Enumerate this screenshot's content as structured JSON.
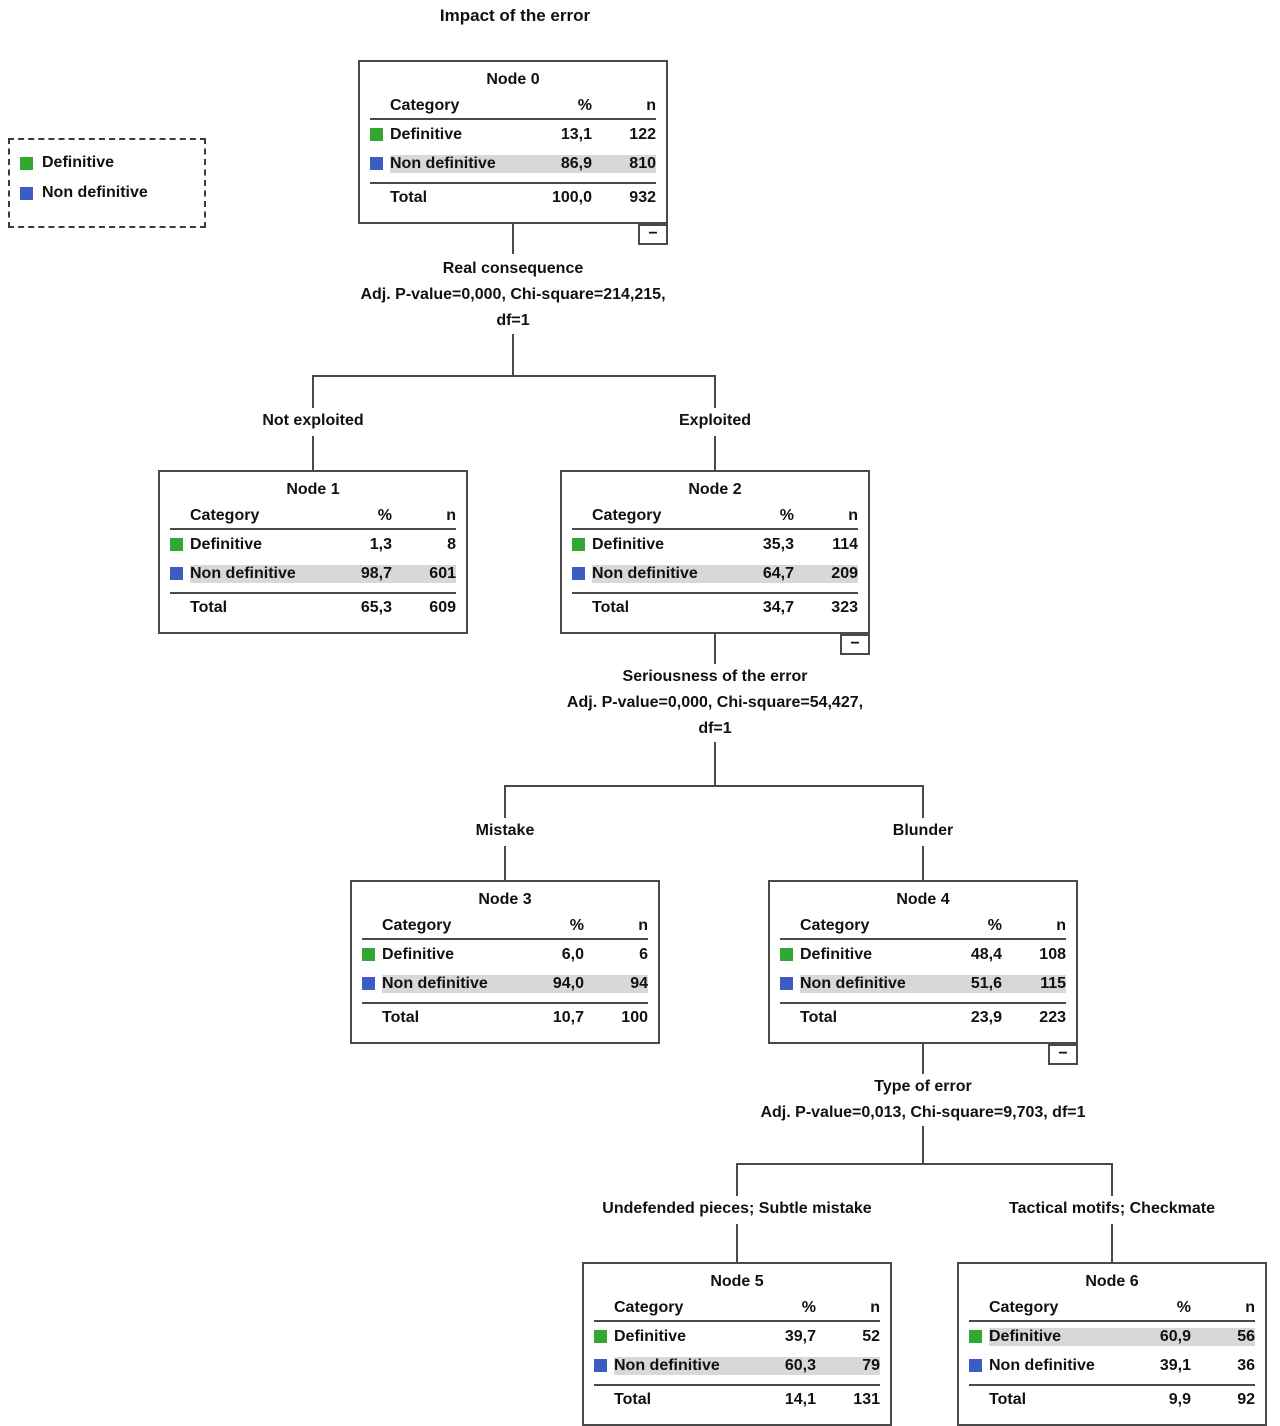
{
  "title": "Impact of the error",
  "minus_glyph": "−",
  "colors": {
    "definitive": "#32a832",
    "non_definitive": "#3b5cc4",
    "highlight": "#d8d8d8"
  },
  "legend": {
    "items": [
      {
        "label": "Definitive"
      },
      {
        "label": "Non definitive"
      }
    ]
  },
  "table_header": {
    "category": "Category",
    "pct": "%",
    "n": "n"
  },
  "nodes": [
    {
      "title": "Node 0",
      "rows": [
        {
          "label": "Definitive",
          "pct": "13,1",
          "n": "122",
          "highlight": false
        },
        {
          "label": "Non definitive",
          "pct": "86,9",
          "n": "810",
          "highlight": true
        }
      ],
      "total": {
        "label": "Total",
        "pct": "100,0",
        "n": "932"
      },
      "collapsible": true
    },
    {
      "title": "Node 1",
      "rows": [
        {
          "label": "Definitive",
          "pct": "1,3",
          "n": "8",
          "highlight": false
        },
        {
          "label": "Non definitive",
          "pct": "98,7",
          "n": "601",
          "highlight": true
        }
      ],
      "total": {
        "label": "Total",
        "pct": "65,3",
        "n": "609"
      },
      "collapsible": false
    },
    {
      "title": "Node 2",
      "rows": [
        {
          "label": "Definitive",
          "pct": "35,3",
          "n": "114",
          "highlight": false
        },
        {
          "label": "Non definitive",
          "pct": "64,7",
          "n": "209",
          "highlight": true
        }
      ],
      "total": {
        "label": "Total",
        "pct": "34,7",
        "n": "323"
      },
      "collapsible": true
    },
    {
      "title": "Node 3",
      "rows": [
        {
          "label": "Definitive",
          "pct": "6,0",
          "n": "6",
          "highlight": false
        },
        {
          "label": "Non definitive",
          "pct": "94,0",
          "n": "94",
          "highlight": true
        }
      ],
      "total": {
        "label": "Total",
        "pct": "10,7",
        "n": "100"
      },
      "collapsible": false
    },
    {
      "title": "Node 4",
      "rows": [
        {
          "label": "Definitive",
          "pct": "48,4",
          "n": "108",
          "highlight": false
        },
        {
          "label": "Non definitive",
          "pct": "51,6",
          "n": "115",
          "highlight": true
        }
      ],
      "total": {
        "label": "Total",
        "pct": "23,9",
        "n": "223"
      },
      "collapsible": true
    },
    {
      "title": "Node 5",
      "rows": [
        {
          "label": "Definitive",
          "pct": "39,7",
          "n": "52",
          "highlight": false
        },
        {
          "label": "Non definitive",
          "pct": "60,3",
          "n": "79",
          "highlight": true
        }
      ],
      "total": {
        "label": "Total",
        "pct": "14,1",
        "n": "131"
      },
      "collapsible": false
    },
    {
      "title": "Node 6",
      "rows": [
        {
          "label": "Definitive",
          "pct": "60,9",
          "n": "56",
          "highlight": true
        },
        {
          "label": "Non definitive",
          "pct": "39,1",
          "n": "36",
          "highlight": false
        }
      ],
      "total": {
        "label": "Total",
        "pct": "9,9",
        "n": "92"
      },
      "collapsible": false
    }
  ],
  "splits": [
    {
      "variable": "Real consequence",
      "stats": "Adj. P-value=0,000, Chi-square=214,215,",
      "df": "df=1",
      "left_label": "Not exploited",
      "right_label": "Exploited"
    },
    {
      "variable": "Seriousness of the error",
      "stats": "Adj. P-value=0,000, Chi-square=54,427,",
      "df": "df=1",
      "left_label": "Mistake",
      "right_label": "Blunder"
    },
    {
      "variable": "Type of error",
      "stats": "Adj. P-value=0,013, Chi-square=9,703, df=1",
      "left_label": "Undefended pieces; Subtle mistake",
      "right_label": "Tactical motifs; Checkmate"
    }
  ]
}
